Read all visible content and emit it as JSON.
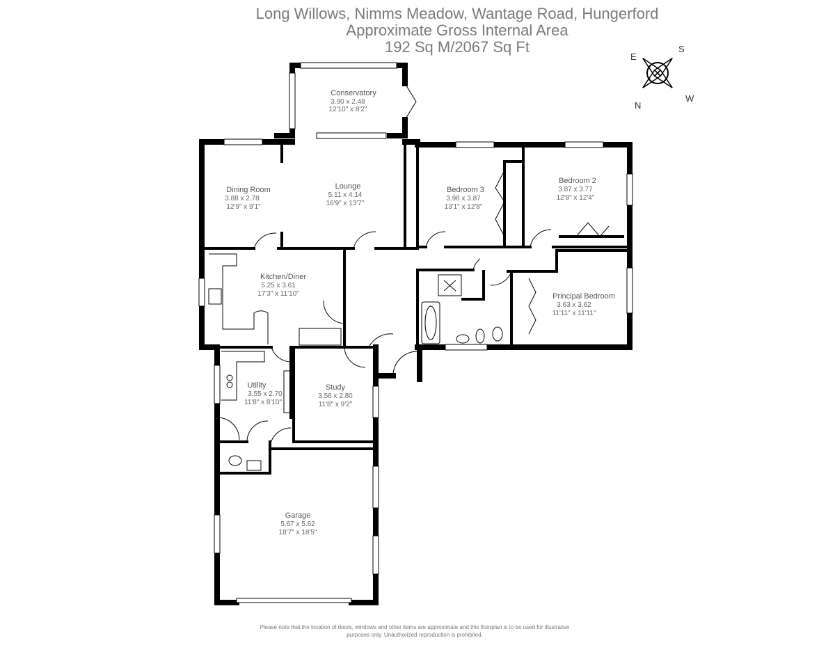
{
  "header": {
    "title": "Long Willows, Nimms Meadow, Wantage Road, Hungerford",
    "subtitle": "Approximate Gross Internal Area",
    "area": "192 Sq M/2067 Sq Ft"
  },
  "rooms": {
    "conservatory": {
      "name": "Conservatory",
      "metric": "3.90 x 2.48",
      "imperial": "12'10\" x 8'2\""
    },
    "dining": {
      "name": "Dining Room",
      "metric": "3.88 x 2.78",
      "imperial": "12'9\" x 9'1\""
    },
    "lounge": {
      "name": "Lounge",
      "metric": "5.11 x 4.14",
      "imperial": "16'9\" x 13'7\""
    },
    "bedroom3": {
      "name": "Bedroom 3",
      "metric": "3.98 x 3.87",
      "imperial": "13'1\" x 12'8\""
    },
    "bedroom2": {
      "name": "Bedroom 2",
      "metric": "3.87 x 3.77",
      "imperial": "12'8\" x 12'4\""
    },
    "kitchen": {
      "name": "Kitchen/Diner",
      "metric": "5.25 x 3.61",
      "imperial": "17'3\" x 11'10\""
    },
    "principal": {
      "name": "Principal Bedroom",
      "metric": "3.63 x 3.62",
      "imperial": "11'11\" x 11'11\""
    },
    "utility": {
      "name": "Utility",
      "metric": "3.55 x 2.70",
      "imperial": "11'8\" x 8'10\""
    },
    "study": {
      "name": "Study",
      "metric": "3.56 x 2.80",
      "imperial": "11'8\" x 9'2\""
    },
    "garage": {
      "name": "Garage",
      "metric": "5.67 x 5.62",
      "imperial": "18'7\" x 18'5\""
    }
  },
  "compass": {
    "north": "N",
    "south": "S",
    "east": "E",
    "west": "W"
  },
  "footer": {
    "line1": "Please note that the location of doors, windows and other items are approximate and this floorplan is to be used for illustrative",
    "line2": "purposes only. Unauthorized reproduction is prohibited."
  }
}
